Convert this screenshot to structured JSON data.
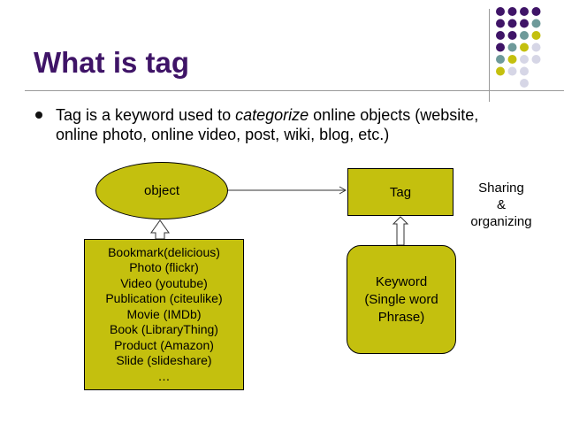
{
  "slide": {
    "title": "What is tag",
    "bullet": {
      "text_before": "Tag is a keyword used to ",
      "emphasis": "categorize",
      "text_after": " online objects (website, online photo, online video, post, wiki, blog, etc.)"
    }
  },
  "diagram": {
    "object_label": "object",
    "tag_label": "Tag",
    "sources": [
      "Bookmark(delicious)",
      "Photo (flickr)",
      "Video (youtube)",
      "Publication (citeulike)",
      "Movie (IMDb)",
      "Book (LibraryThing)",
      "Product (Amazon)",
      "Slide (slideshare)",
      "…"
    ],
    "keyword_lines": [
      "Keyword",
      "(Single word",
      "Phrase)"
    ],
    "sharing_lines": [
      "Sharing",
      "&",
      "organizing"
    ]
  },
  "colors": {
    "title": "#3f1467",
    "olive_fill": "#c4c00e",
    "dot_purple": "#3f1467",
    "dot_teal": "#6e9a9a",
    "dot_olive": "#c4c00e",
    "dot_lavender": "#d6d6e6"
  }
}
